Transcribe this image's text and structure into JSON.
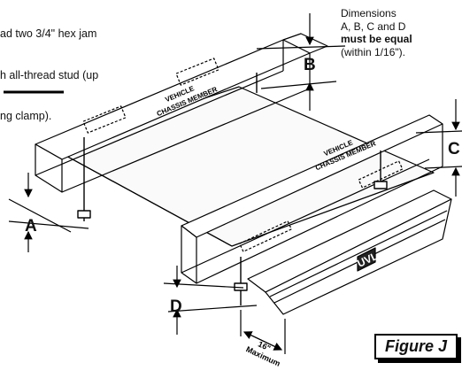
{
  "instructions": {
    "lines": [
      "ad two 3/4\" hex jam",
      "h all-thread stud (up",
      "ng clamp)."
    ]
  },
  "dimensions_note": {
    "line1": "Dimensions",
    "line2": "A, B, C and D",
    "emphasis": "must be equal",
    "tolerance": "(within 1/16\")."
  },
  "labels": {
    "a": "A",
    "b": "B",
    "c": "C",
    "d": "D"
  },
  "member_labels": {
    "rear": [
      "VEHICLE",
      "CHASSIS MEMBER"
    ],
    "front": [
      "VEHICLE",
      "CHASSIS MEMBER"
    ]
  },
  "unit_label": "UVL",
  "clearance": {
    "value": "16\"",
    "text": "Maximum"
  },
  "figure_label": "Figure J"
}
